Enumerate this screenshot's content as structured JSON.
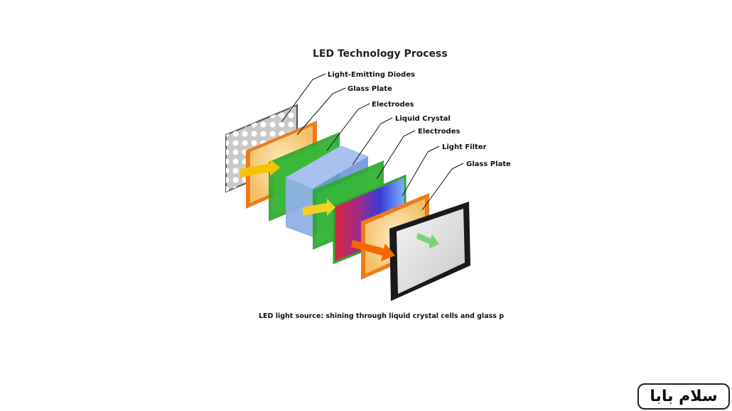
{
  "title": "LED Technology Process",
  "caption": "LED light source: shining through liquid crystal cells and glass p",
  "layers": [
    {
      "label": "Light-Emitting Diodes"
    },
    {
      "label": "Glass Plate"
    },
    {
      "label": "Electrodes"
    },
    {
      "label": "Liquid Crystal"
    },
    {
      "label": "Electrodes"
    },
    {
      "label": "Light Filter"
    },
    {
      "label": "Glass Plate"
    }
  ],
  "colors": {
    "led_panel": "#d8d8d8",
    "glass_orange": "#f07a1a",
    "electrode_green": "#2ea82e",
    "liquid_crystal_blue": "#7fa6e0",
    "screen_frame": "#1a1a1a"
  },
  "watermark": "سلام بابا"
}
